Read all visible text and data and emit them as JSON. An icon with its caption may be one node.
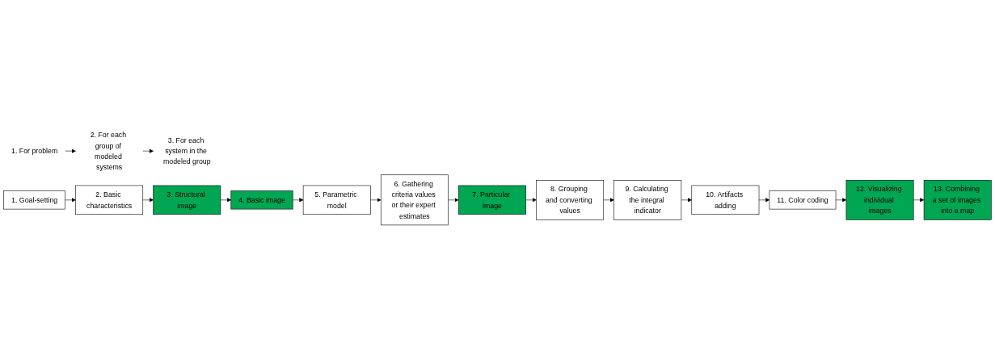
{
  "diagram": {
    "nodes": [
      {
        "text": [
          "1. For problem"
        ]
      },
      {
        "text": [
          "2. For each group of modeled systems"
        ]
      },
      {
        "text": [
          "3. For each system in the modeled group"
        ]
      },
      {
        "text": [
          "1. Goal-setting"
        ]
      },
      {
        "text": [
          "2. Basic characteristics"
        ]
      },
      {
        "text": [
          "3. Structural image"
        ]
      },
      {
        "text": [
          "4. Basic image"
        ]
      },
      {
        "text": [
          "5. Parametric model"
        ]
      },
      {
        "text": [
          "6. Gathering criteria values or their expert estimates"
        ]
      },
      {
        "text": [
          "7. Particular image"
        ]
      },
      {
        "text": [
          "8. Grouping and converting values"
        ]
      },
      {
        "text": [
          "9. Calculating the integral indicator"
        ]
      },
      {
        "text": [
          "10. Artifacts adding"
        ]
      },
      {
        "text": [
          "11. Color coding"
        ]
      },
      {
        "text": [
          "12. Visualizing individual images"
        ]
      },
      {
        "text": [
          "13. Combining a set of images into a map"
        ]
      }
    ],
    "edges": [
      {
        "from": 0,
        "to": 1,
        "arrow": "to"
      },
      {
        "from": 1,
        "to": 2,
        "arrow": "to"
      },
      {
        "from": 3,
        "to": 4,
        "arrow": "to"
      },
      {
        "from": 4,
        "to": 5,
        "arrow": "to"
      },
      {
        "from": 5,
        "to": 6,
        "arrow": "to"
      },
      {
        "from": 6,
        "to": 7,
        "arrow": "to"
      },
      {
        "from": 7,
        "to": 8,
        "arrow": "to"
      },
      {
        "from": 8,
        "to": 9,
        "arrow": "to"
      },
      {
        "from": 9,
        "to": 10,
        "arrow": "to"
      },
      {
        "from": 10,
        "to": 11,
        "arrow": "to"
      },
      {
        "from": 11,
        "to": 12,
        "arrow": "to"
      },
      {
        "from": 12,
        "to": 13,
        "arrow": "to"
      },
      {
        "from": 13,
        "to": 14,
        "arrow": "to"
      },
      {
        "from": 14,
        "to": 15,
        "arrow": "to"
      }
    ]
  }
}
